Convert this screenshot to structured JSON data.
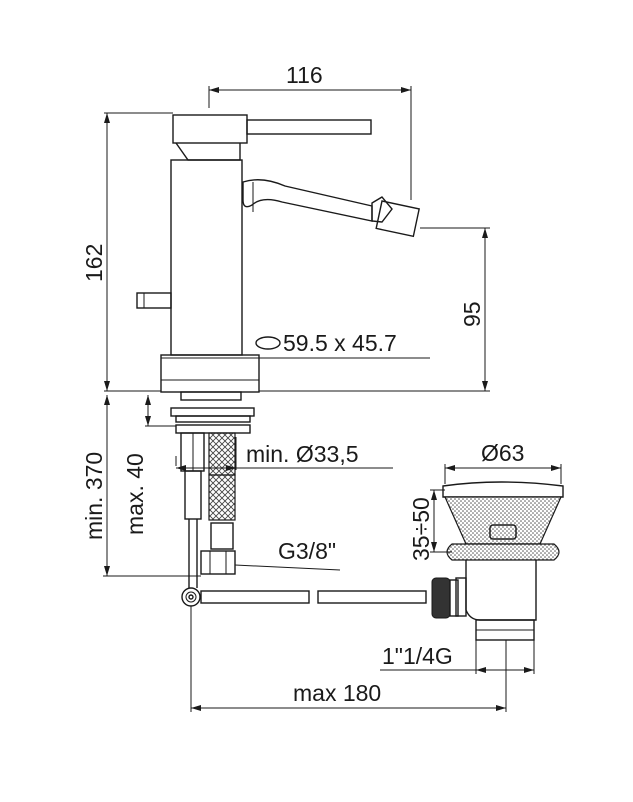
{
  "dimensions": {
    "width_top": "116",
    "height_total": "162",
    "spout_height": "95",
    "base_oval": "59.5 x 45.7",
    "hole_diameter": "min. Ø33,5",
    "min_hose": "min. 370",
    "max_thickness": "max. 40",
    "thread_hose": "G3/8\"",
    "waste_diameter": "Ø63",
    "waste_height": "35÷50",
    "waste_thread": "1\"1/4G",
    "max_rod": "max 180"
  }
}
